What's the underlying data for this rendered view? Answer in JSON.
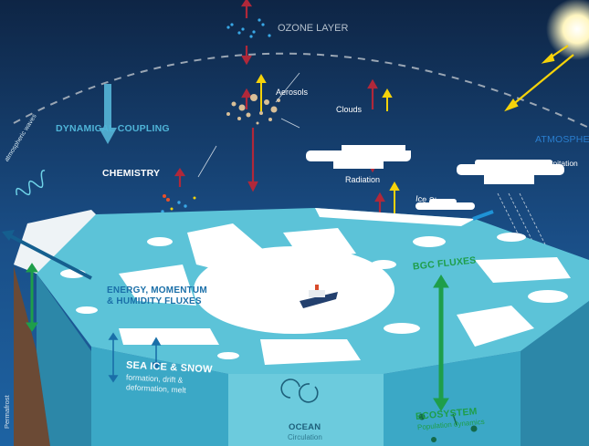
{
  "labels": {
    "ozone_layer": "OZONE LAYER",
    "aerosols": "Aerosols",
    "clouds": "Clouds",
    "dynamical_coupling": "DYNAMICAL COUPLING",
    "atmospheric_waves": "atmospheric waves",
    "atmosphere": "ATMOSPHERE",
    "precipitation": "Precipitation",
    "chemistry": "CHEMISTRY",
    "radiation": "Radiation",
    "ice_sheets": "Ice Sheets",
    "bgc_fluxes": "BGC FLUXES",
    "energy_fluxes_line1": "ENERGY, MOMENTUM",
    "energy_fluxes_line2": "& HUMIDITY FLUXES",
    "sea_ice_title": "SEA ICE & SNOW",
    "sea_ice_sub1": "formation, drift &",
    "sea_ice_sub2": "deformation, melt",
    "ocean_title": "OCEAN",
    "ocean_sub": "Circulation",
    "ecosystem_title": "ECOSYSTEM",
    "ecosystem_sub": "Population dynamics",
    "permafrost": "Permafrost"
  },
  "colors": {
    "sky_top": "#0e2545",
    "sky_bottom": "#1d63a3",
    "radiation_red": "#b0283a",
    "solar_yellow": "#f5d20a",
    "bgc_green": "#1e9e4a",
    "ocean_light": "#6ccbdd",
    "ocean_mid": "#3ba8c6"
  }
}
